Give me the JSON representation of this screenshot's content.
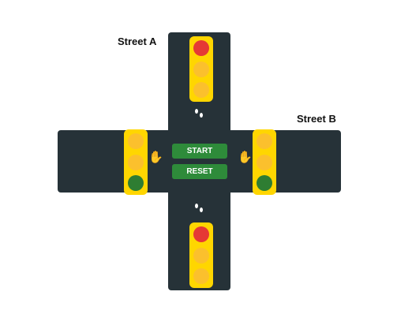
{
  "streets": {
    "a_label": "Street A",
    "b_label": "Street B"
  },
  "controls": {
    "start_label": "START",
    "reset_label": "RESET"
  },
  "signals": {
    "street_a_north": "red",
    "street_a_south": "red",
    "street_b_west": "green",
    "street_b_east": "green"
  },
  "pedestrian": {
    "street_a_north": "walk-footprints-icon",
    "street_a_south": "walk-footprints-icon",
    "street_b_west": "stop-hand-icon",
    "street_b_east": "stop-hand-icon"
  },
  "colors": {
    "road": "#263238",
    "signal_housing": "#ffd600",
    "lamp_off": "#fbc02d",
    "lamp_red": "#e53935",
    "lamp_green": "#2e7d32",
    "button": "#2e8b3a"
  }
}
